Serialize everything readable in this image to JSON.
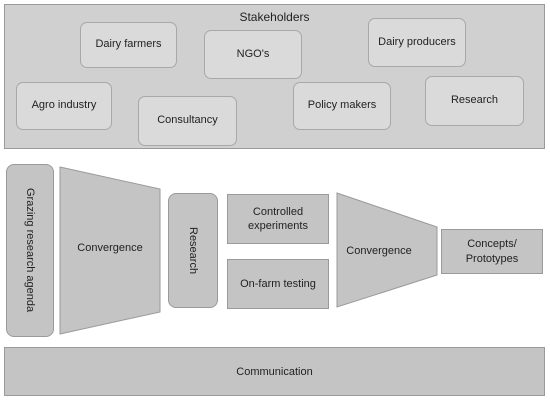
{
  "stakeholders": {
    "title": "Stakeholders",
    "items": {
      "dairy_farmers": "Dairy farmers",
      "ngos": "NGO's",
      "dairy_producers": "Dairy producers",
      "agro_industry": "Agro industry",
      "consultancy": "Consultancy",
      "policy_makers": "Policy makers",
      "research": "Research"
    }
  },
  "process": {
    "agenda": "Grazing research agenda",
    "convergence_1": "Convergence",
    "research": "Research",
    "controlled_experiments": "Controlled experiments",
    "on_farm_testing": "On-farm testing",
    "convergence_2": "Convergence",
    "concepts": "Concepts/ Prototypes"
  },
  "communication": "Communication",
  "colors": {
    "panel": "#d0d0d0",
    "box": "#c4c4c4",
    "border": "#9a9a9a"
  }
}
